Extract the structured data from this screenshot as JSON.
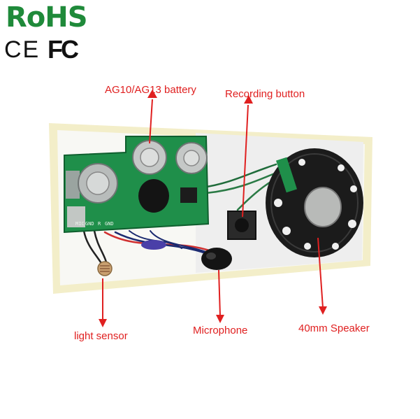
{
  "logos": {
    "rohs": "RoHS",
    "ce": "CE",
    "fcc": "FC"
  },
  "labels": {
    "battery": "AG10/AG13 battery",
    "recording_button": "Recording button",
    "light_sensor": "light sensor",
    "microphone": "Microphone",
    "speaker": "40mm Speaker"
  },
  "pcb_silkscreen": [
    "MIC",
    "GND",
    "R",
    "GND"
  ],
  "colors": {
    "label_red": "#e02020",
    "rohs_green": "#1f8a3a",
    "pcb_green": "#1f8f4a",
    "backing_yellow": "#f3eec9",
    "speaker_black": "#1b1b1b"
  }
}
